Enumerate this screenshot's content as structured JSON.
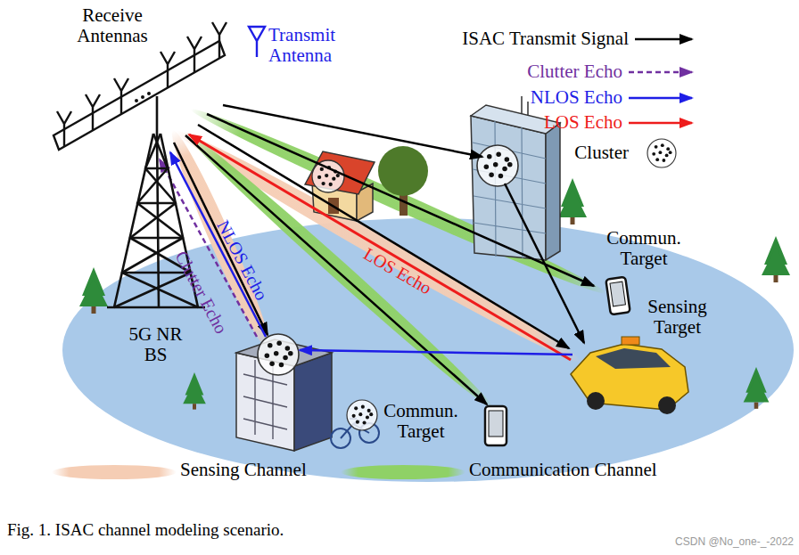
{
  "diagram": {
    "caption": "Fig. 1. ISAC channel modeling scenario.",
    "labels": [
      "Receive Antennas",
      "Transmit Antenna",
      "NLOS Echo",
      "Clutter Echo",
      "LOS Echo",
      "Commun. Target",
      "Sensing Target",
      "5G NR BS",
      "Commun. Target",
      "CSDN @No_one-_-2022"
    ],
    "legend": [
      {
        "text": "ISAC Transmit Signal"
      },
      {
        "text": "Clutter Echo"
      },
      {
        "text": "NLOS Echo"
      },
      {
        "text": "LOS Echo"
      },
      {
        "text": "Cluster"
      },
      {
        "text": "Sensing Channel",
        "color": "#f5cdb4"
      },
      {
        "text": "Communication Channel",
        "color": "#8fd166"
      }
    ]
  }
}
